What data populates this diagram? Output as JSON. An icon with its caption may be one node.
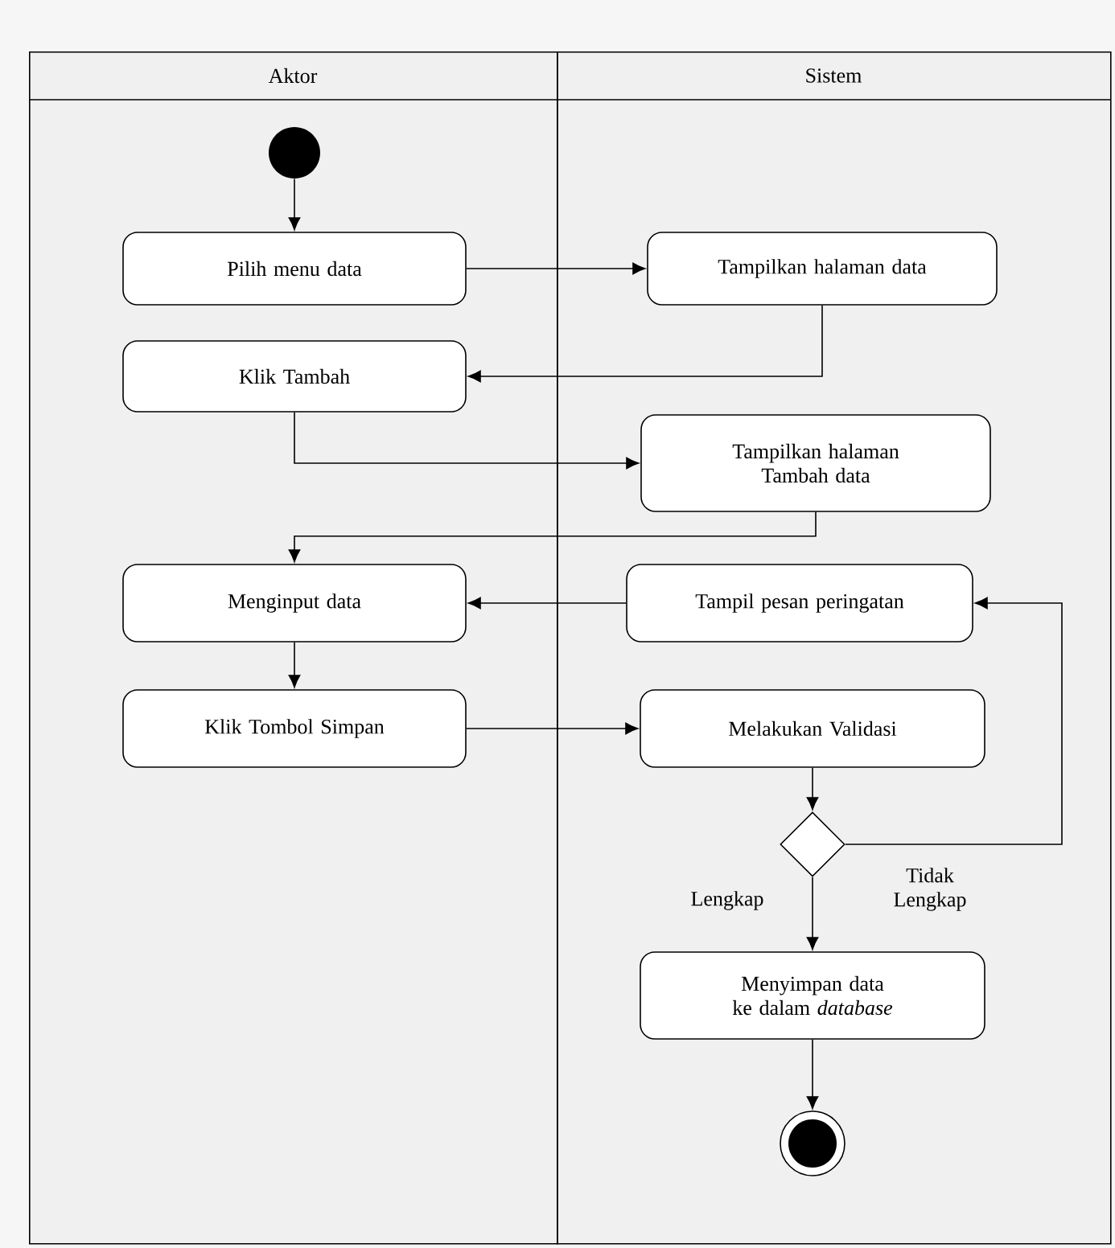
{
  "diagram": {
    "nodes": [
      {
        "text": [
          "Aktor"
        ]
      },
      {
        "text": [
          "Sistem"
        ]
      },
      {
        "text": [],
        "shape": "circle",
        "in": 0
      },
      {
        "text": [
          "Pilih menu data"
        ],
        "in": 0
      },
      {
        "text": [
          "Klik Tambah"
        ],
        "in": 0
      },
      {
        "text": [
          "Menginput data"
        ],
        "in": 0
      },
      {
        "text": [
          "Klik Tombol Simpan"
        ],
        "in": 0
      },
      {
        "text": [
          "Tampilkan halaman data"
        ],
        "in": 1
      },
      {
        "text": [
          "Tampilkan halaman Tambah data"
        ],
        "in": 1
      },
      {
        "text": [
          "Tampil pesan peringatan"
        ],
        "in": 1
      },
      {
        "text": [
          "Melakukan Validasi"
        ],
        "in": 1
      },
      {
        "text": [],
        "shape": "diamond",
        "in": 1
      },
      {
        "text": [
          "Menyimpan data ke dalam *database*"
        ],
        "in": 1
      },
      {
        "text": [],
        "shape": "circle",
        "in": 1
      }
    ],
    "edges": [
      {
        "from": 2,
        "to": 3,
        "arrow": "to"
      },
      {
        "from": 3,
        "to": 7,
        "arrow": "to"
      },
      {
        "from": 7,
        "to": 4,
        "arrow": "to"
      },
      {
        "from": 4,
        "to": 8,
        "arrow": "to"
      },
      {
        "from": 8,
        "to": 5,
        "arrow": "to"
      },
      {
        "from": 9,
        "to": 5,
        "arrow": "to"
      },
      {
        "from": 5,
        "to": 6,
        "arrow": "to"
      },
      {
        "from": 6,
        "to": 10,
        "arrow": "to"
      },
      {
        "from": 10,
        "to": 11,
        "arrow": "to"
      },
      {
        "from": 11,
        "to": 12,
        "arrow": "to",
        "label": "Lengkap"
      },
      {
        "from": 11,
        "to": 9,
        "arrow": "to",
        "label": "Tidak Lengkap"
      },
      {
        "from": 12,
        "to": 13,
        "arrow": "to"
      }
    ]
  }
}
